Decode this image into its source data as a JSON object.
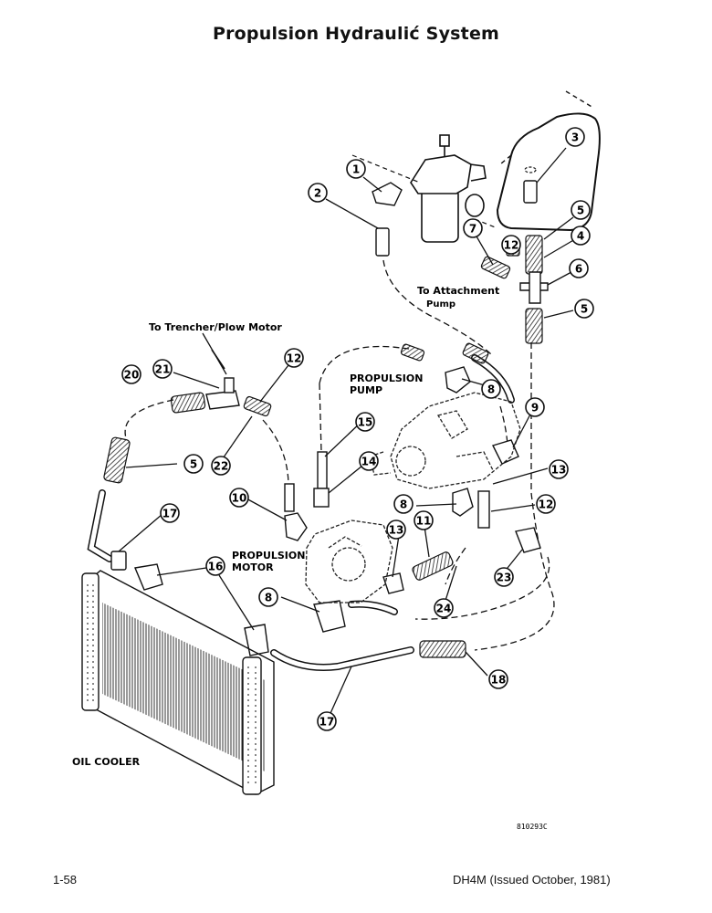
{
  "title": "Propulsion Hydraulić System",
  "labels": {
    "to_attachment_pump_1": "To Attachment",
    "to_attachment_pump_2": "Pump",
    "to_trencher": "To Trencher/Plow Motor",
    "propulsion_pump_1": "PROPULSION",
    "propulsion_pump_2": "PUMP",
    "propulsion_motor_1": "PROPULSION",
    "propulsion_motor_2": "MOTOR",
    "oil_cooler": "OIL COOLER",
    "drawing_number": "810293C"
  },
  "callouts": [
    "1",
    "2",
    "3",
    "5",
    "4",
    "12",
    "7",
    "6",
    "5",
    "21",
    "20",
    "12",
    "8",
    "9",
    "15",
    "5",
    "22",
    "14",
    "13",
    "10",
    "8",
    "12",
    "17",
    "16",
    "13",
    "11",
    "23",
    "8",
    "24",
    "18",
    "17"
  ],
  "footer": {
    "page_number": "1-58",
    "doc_info": "DH4M (Issued October, 1981)"
  }
}
